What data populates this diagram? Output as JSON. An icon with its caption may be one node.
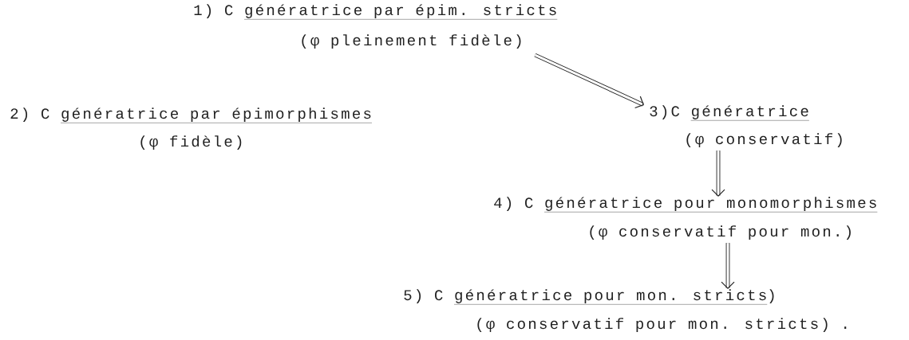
{
  "diagram": {
    "nodes": [
      {
        "text": [
          "1) C",
          "génératrice par épim. stricts",
          "(φ pleinement fidèle)"
        ]
      },
      {
        "text": [
          "2) C",
          "génératrice par épimorphismes",
          "(φ fidèle)"
        ]
      },
      {
        "text": [
          "3)C",
          "génératrice",
          "(φ conservatif)"
        ]
      },
      {
        "text": [
          "4) C",
          "génératrice pour monomorphismes",
          "(φ conservatif pour mon.)"
        ]
      },
      {
        "text": [
          "5) C",
          "génératrice pour mon. stricts",
          ")",
          "(φ conservatif pour mon. stricts) ."
        ]
      }
    ],
    "edges": [
      {
        "from": 0,
        "to": 2,
        "arrow": "to"
      },
      {
        "from": 2,
        "to": 3,
        "arrow": "to"
      },
      {
        "from": 3,
        "to": 4,
        "arrow": "to"
      }
    ]
  }
}
